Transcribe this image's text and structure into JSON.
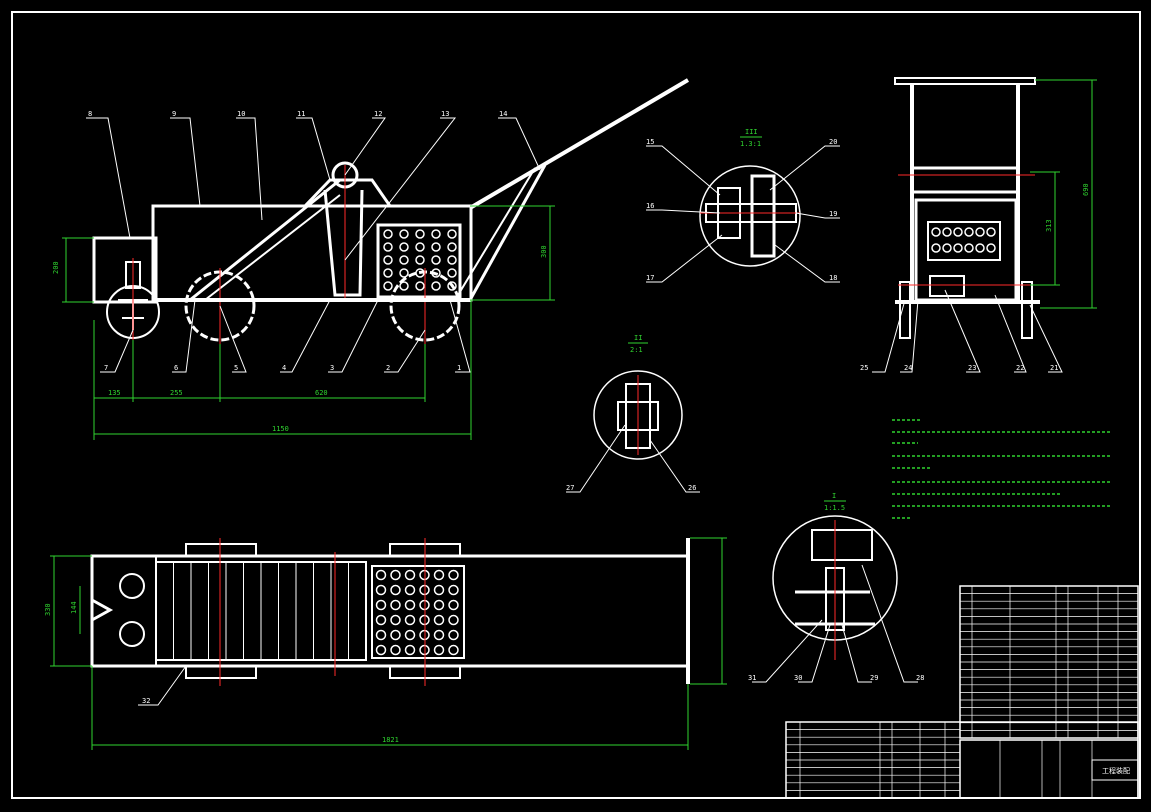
{
  "colors": {
    "background": "#000000",
    "lines": "#ffffff",
    "dimensions": "#2fd32f",
    "centerlines": "#ff2a2a",
    "highlight": "#e000e0"
  },
  "callouts": {
    "c1": "1",
    "c2": "2",
    "c3": "3",
    "c4": "4",
    "c5": "5",
    "c6": "6",
    "c7": "7",
    "c8": "8",
    "c9": "9",
    "c10": "10",
    "c11": "11",
    "c12": "12",
    "c13": "13",
    "c14": "14",
    "c15": "15",
    "c16": "16",
    "c17": "17",
    "c18": "18",
    "c19": "19",
    "c20": "20",
    "c21": "21",
    "c22": "22",
    "c23": "23",
    "c24": "24",
    "c25": "25",
    "c26": "26",
    "c27": "27",
    "c28": "28",
    "c29": "29",
    "c30": "30",
    "c31": "31",
    "c32": "32"
  },
  "dimensions": {
    "d200": "200",
    "d300": "300",
    "d135": "135",
    "d255": "255",
    "d620": "620",
    "d1150": "1150",
    "d330": "330",
    "d144": "144",
    "d1821": "1821",
    "d690": "690",
    "d313": "313"
  },
  "views": {
    "detail1_label": "III",
    "detail1_scale": "1.3:1",
    "detail2_label": "II",
    "detail2_scale": "2:1",
    "detail3_label": "I",
    "detail3_scale": "1:1.5"
  },
  "title_block": {
    "drawing_title": "工程装配"
  }
}
